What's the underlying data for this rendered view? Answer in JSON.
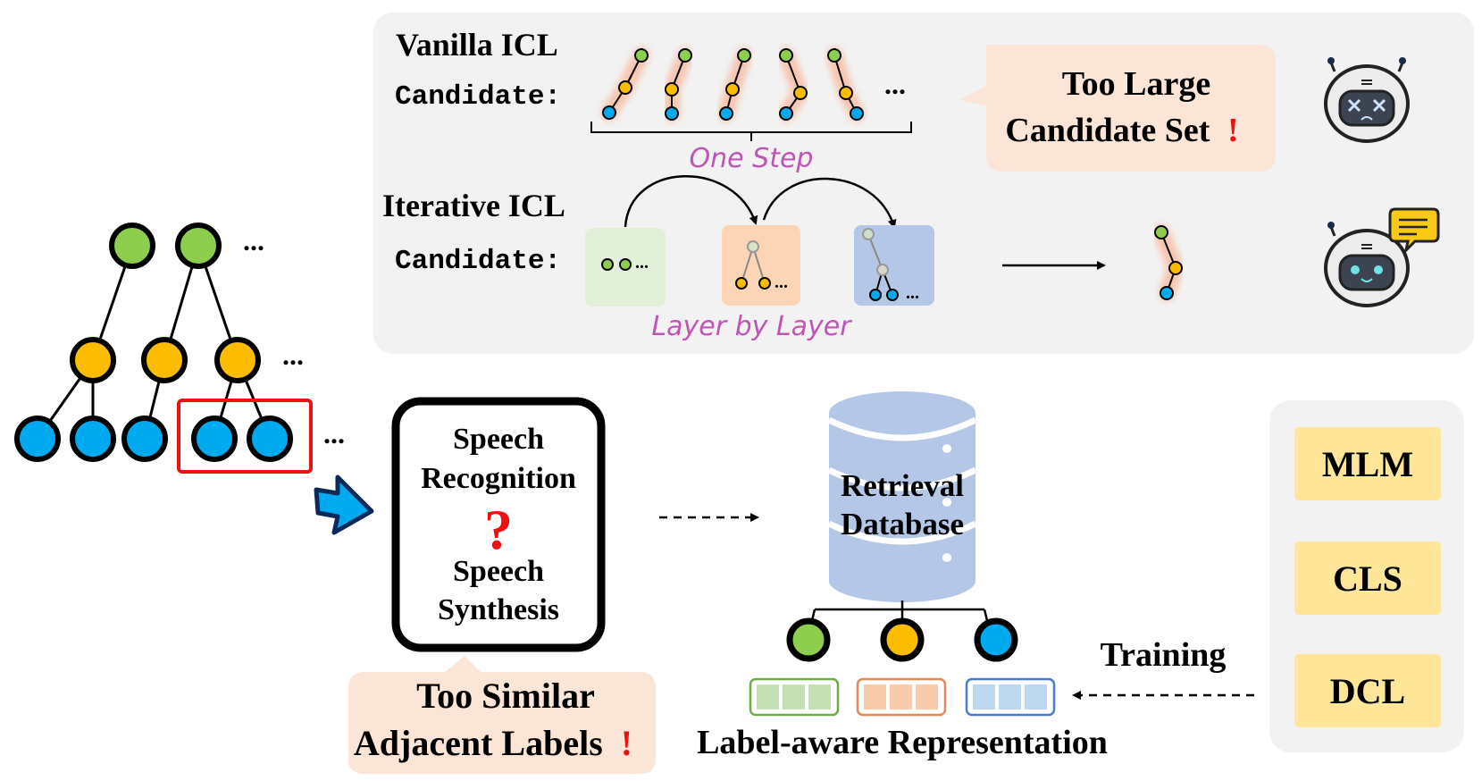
{
  "top_panel": {
    "vanilla_title": "Vanilla ICL",
    "vanilla_candidate": "Candidate:",
    "vanilla_ellipsis": "...",
    "one_step": "One Step",
    "iterative_title": "Iterative ICL",
    "iterative_candidate": "Candidate:",
    "layer_by_layer": "Layer by Layer",
    "warning_line1": "Too Large",
    "warning_line2": "Candidate Set",
    "warning_mark": "!",
    "box_ellipsis": "..."
  },
  "tree": {
    "ellipsis": "..."
  },
  "label_box": {
    "line1": "Speech",
    "line2": "Recognition",
    "question": "?",
    "line3": "Speech",
    "line4": "Synthesis"
  },
  "similar_bubble": {
    "line1": "Too Similar",
    "line2": "Adjacent Labels",
    "mark": "!"
  },
  "database": {
    "line1": "Retrieval",
    "line2": "Database"
  },
  "representation_label": "Label-aware Representation",
  "training_label": "Training",
  "objectives": [
    "MLM",
    "CLS",
    "DCL"
  ],
  "colors": {
    "green": "#8ece4f",
    "yellow": "#fcbc00",
    "blue": "#00aaef",
    "panel": "#f2f2f2",
    "peach": "#fbe5d6",
    "objective": "#ffe699",
    "db": "#b4c7e7",
    "purple": "#c055b5",
    "red": "#ee1111"
  }
}
